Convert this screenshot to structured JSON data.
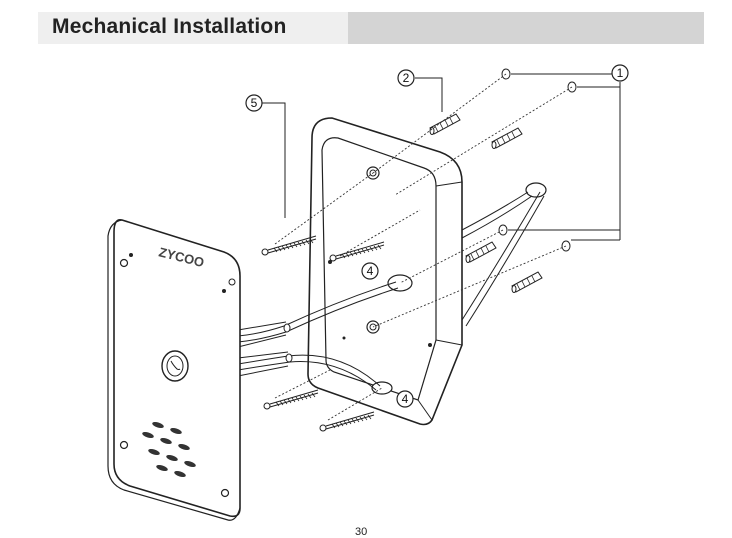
{
  "header": {
    "title": "Mechanical Installation"
  },
  "callouts": {
    "c1": "1",
    "c2": "2",
    "c4a": "4",
    "c4b": "4",
    "c5": "5"
  },
  "device": {
    "logo_text": "ZYCOO"
  },
  "page_number": "30",
  "colors": {
    "header_bg": "#d4d4d4",
    "title_bg": "#efefef",
    "line": "#222222"
  }
}
